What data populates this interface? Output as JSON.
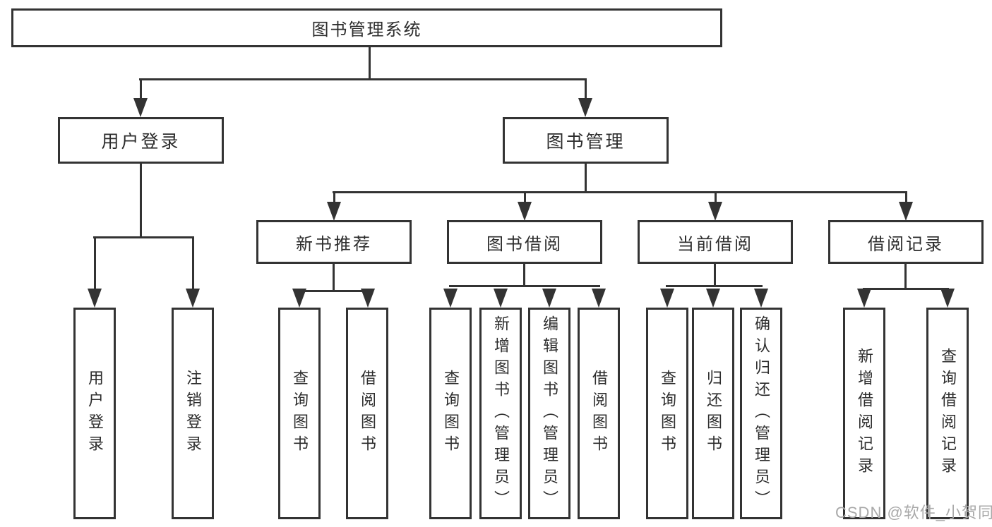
{
  "tree": {
    "label": "图书管理系统",
    "children": [
      {
        "label": "用户登录",
        "children": [
          {
            "label": "用户登录"
          },
          {
            "label": "注销登录"
          }
        ]
      },
      {
        "label": "图书管理",
        "children": [
          {
            "label": "新书推荐",
            "children": [
              {
                "label": "查询图书"
              },
              {
                "label": "借阅图书"
              }
            ]
          },
          {
            "label": "图书借阅",
            "children": [
              {
                "label": "查询图书"
              },
              {
                "label": "新增图书（管理员）"
              },
              {
                "label": "编辑图书（管理员）"
              },
              {
                "label": "借阅图书"
              }
            ]
          },
          {
            "label": "当前借阅",
            "children": [
              {
                "label": "查询图书"
              },
              {
                "label": "归还图书"
              },
              {
                "label": "确认归还（管理员）"
              }
            ]
          },
          {
            "label": "借阅记录",
            "children": [
              {
                "label": "新增借阅记录"
              },
              {
                "label": "查询借阅记录"
              }
            ]
          }
        ]
      }
    ]
  },
  "watermark": {
    "text": "CSDN @软件_小贺同学",
    "color": "#a9a9a9"
  },
  "colors": {
    "line": "#333333",
    "text": "#2d2d2d",
    "background": "#ffffff"
  }
}
